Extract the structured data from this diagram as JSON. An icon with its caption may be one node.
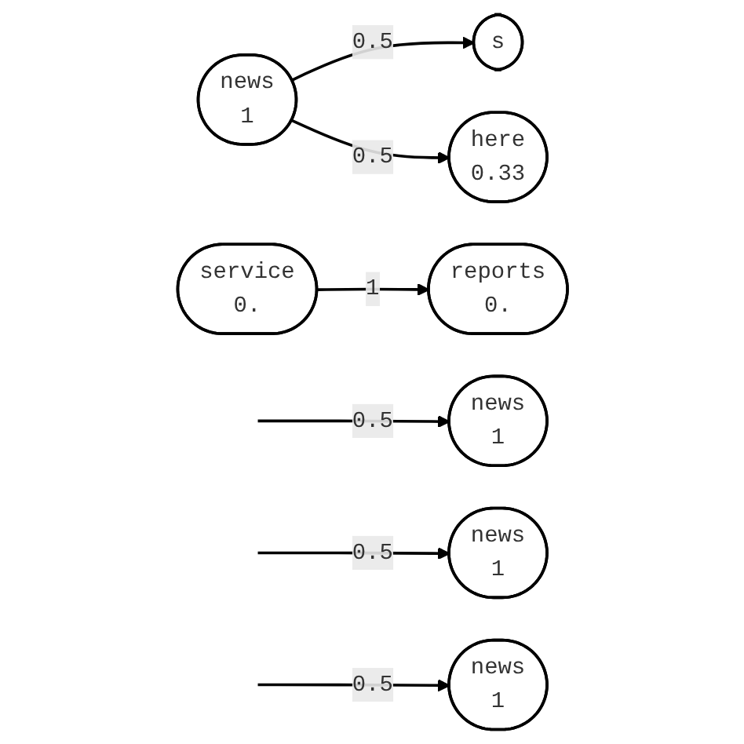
{
  "diagram": {
    "nodes": [
      {
        "text": [
          "news",
          "1"
        ]
      },
      {
        "text": [
          "news",
          "1"
        ]
      },
      {
        "text": [
          "news",
          "1"
        ]
      },
      {
        "text": [
          "news",
          "1"
        ]
      },
      {
        "text": [
          "s"
        ]
      },
      {
        "text": [
          "here",
          "0.33"
        ]
      },
      {
        "text": [
          "service",
          "0."
        ]
      },
      {
        "text": [
          "reports",
          "0."
        ]
      }
    ],
    "edges": [
      {
        "from": null,
        "to": 0,
        "arrow": "to",
        "label": "0.5"
      },
      {
        "from": null,
        "to": 1,
        "arrow": "to",
        "label": "0.5"
      },
      {
        "from": null,
        "to": 2,
        "arrow": "to",
        "label": "0.5"
      },
      {
        "from": 3,
        "to": 4,
        "arrow": "to",
        "label": "0.5"
      },
      {
        "from": 3,
        "to": 5,
        "arrow": "to",
        "label": "0.5"
      },
      {
        "from": 6,
        "to": 7,
        "arrow": "to",
        "label": "1"
      }
    ]
  }
}
